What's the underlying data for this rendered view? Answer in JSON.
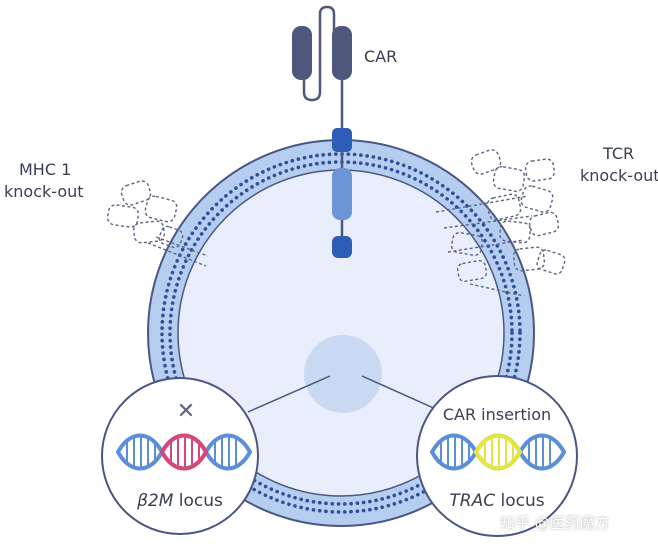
{
  "labels": {
    "car": "CAR",
    "mhc_line1": "MHC 1",
    "mhc_line2": "knock-out",
    "tcr_line1": "TCR",
    "tcr_line2": "knock-out",
    "car_insertion": "CAR insertion",
    "b2m_prefix": "β",
    "b2m_gene": "2M",
    "b2m_suffix": " locus",
    "trac_gene": "TRAC",
    "trac_suffix": " locus",
    "knockout_mark": "✕",
    "watermark": "知乎 @医药魔方"
  },
  "colors": {
    "membrane": "#b5cdee",
    "membrane_dots": "#2f4f9a",
    "membrane_outline": "#4a5784",
    "cytoplasm": "#e8eefb",
    "nucleus": "#c9d9f1",
    "car_receptor": "#4f587c",
    "car_transmembrane": "#2d5db6",
    "car_domain": "#6b95d6",
    "dna_blue": "#5b8fd8",
    "dna_red": "#d6477a",
    "dna_yellow": "#e4e63f",
    "text": "#3b3f55"
  },
  "icons": {
    "mhc_complex": "dashed-protein-outline",
    "tcr_complex": "dashed-protein-outline",
    "dna": "double-helix-icon"
  }
}
